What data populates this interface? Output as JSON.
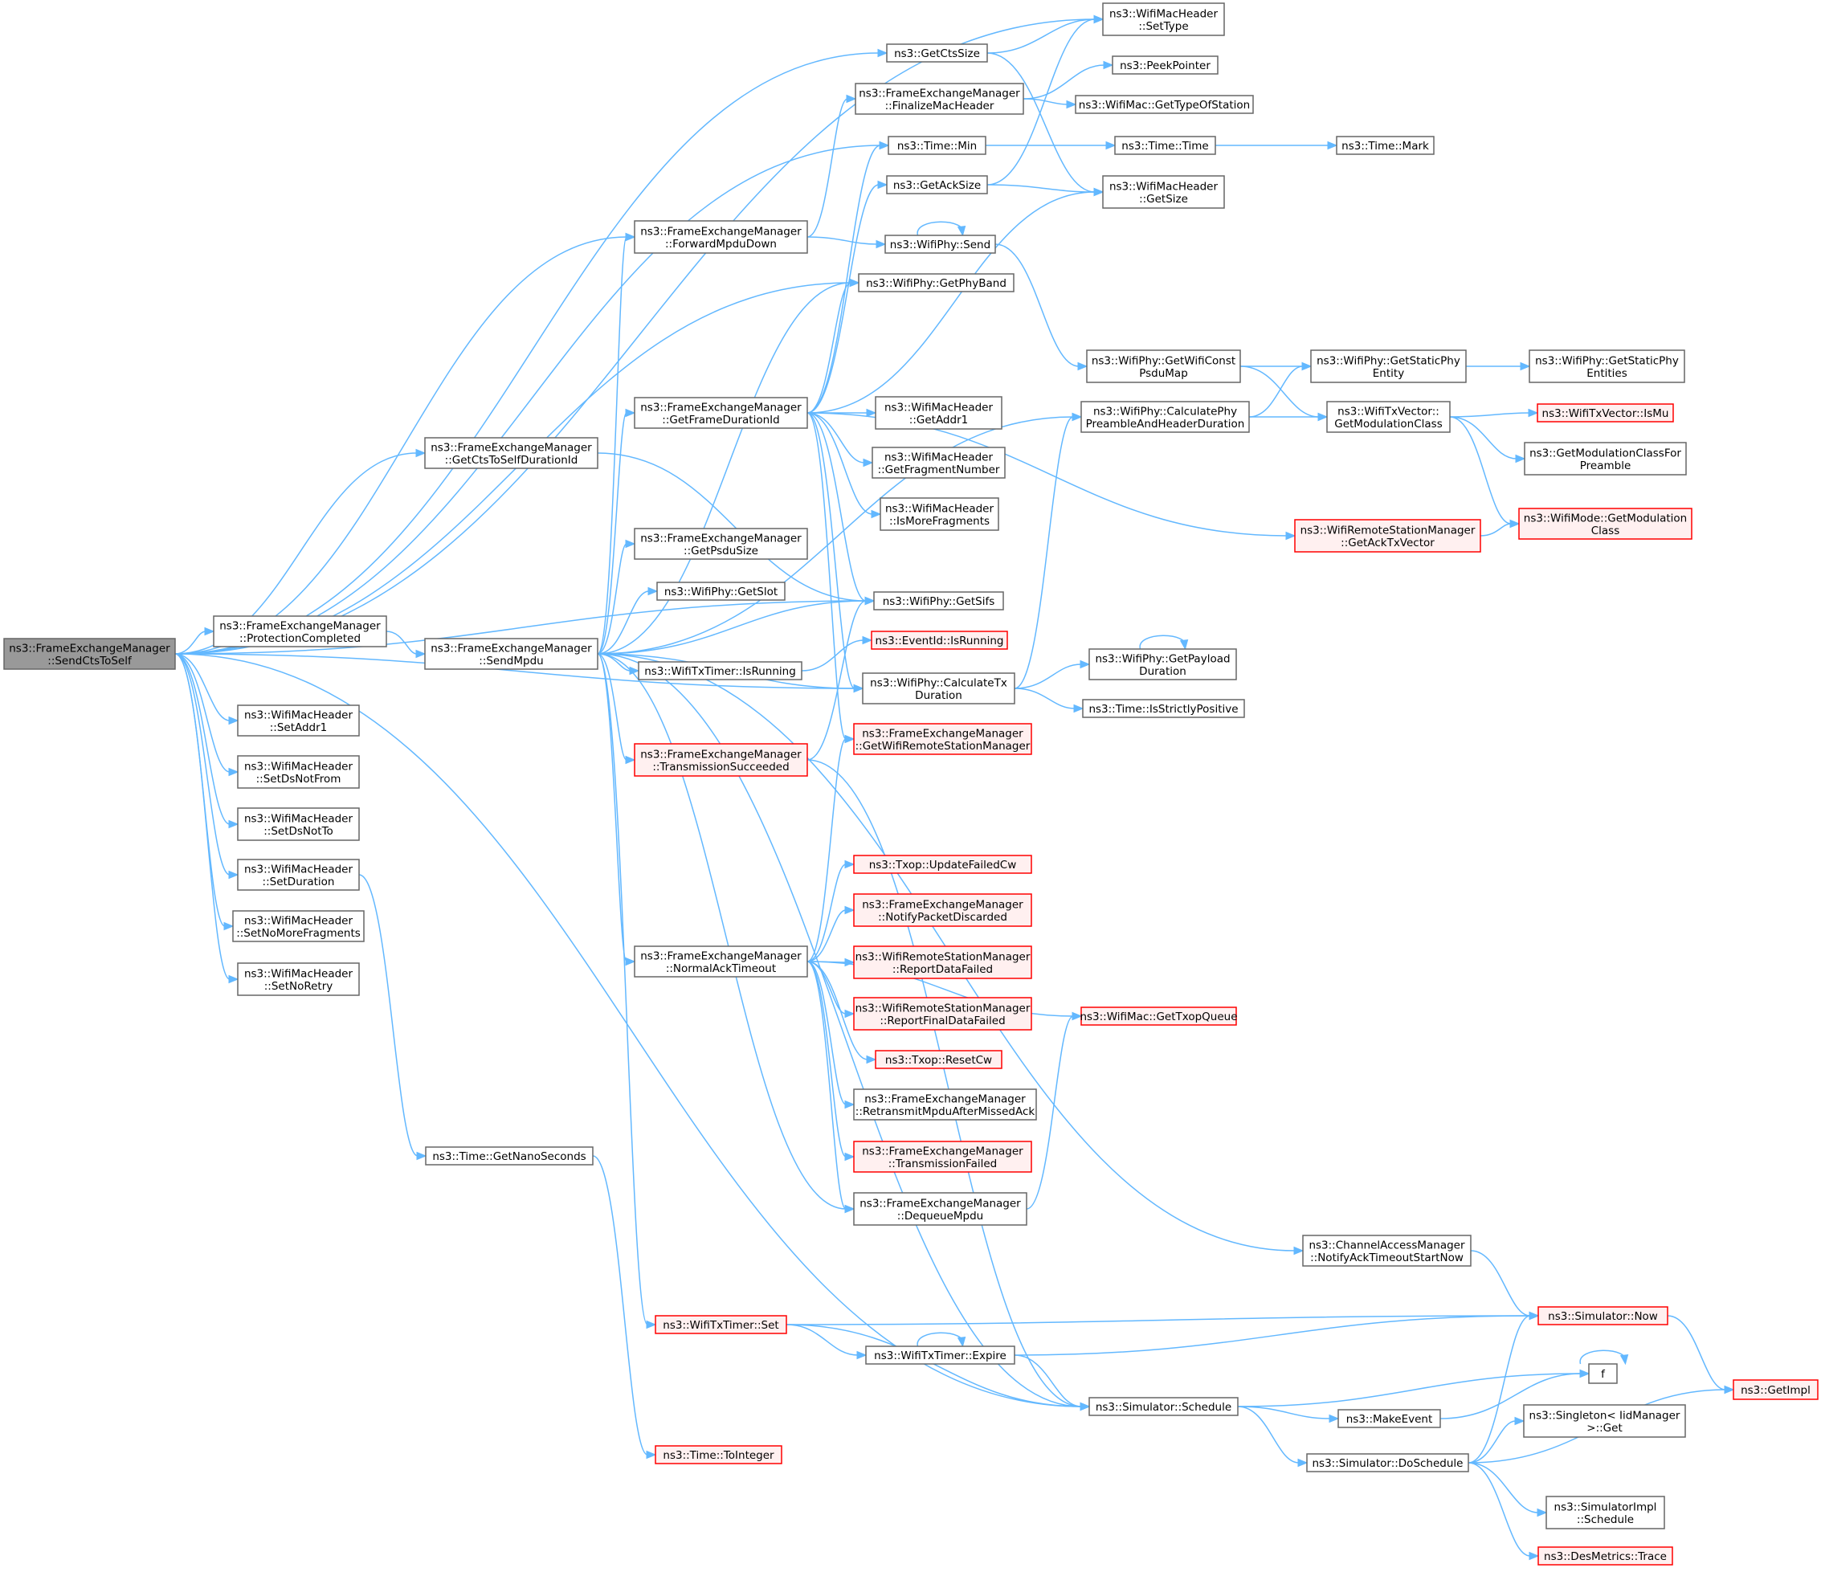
{
  "colors": {
    "edge": "#63b8ff",
    "normal_border": "#666666",
    "red_border": "#ff0000",
    "red_fill": "#fff0f0",
    "root_fill": "#999999"
  },
  "nodes": {
    "root": {
      "lines": [
        "ns3::FrameExchangeManager",
        "::SendCtsToSelf"
      ],
      "style": "root"
    },
    "setType": {
      "lines": [
        "ns3::WifiMacHeader",
        "::SetType"
      ],
      "style": "normal"
    },
    "getCtsSize": {
      "lines": [
        "ns3::GetCtsSize"
      ],
      "style": "normal"
    },
    "peekPointer": {
      "lines": [
        "ns3::PeekPointer"
      ],
      "style": "normal"
    },
    "finalizeMacHeader": {
      "lines": [
        "ns3::FrameExchangeManager",
        "::FinalizeMacHeader"
      ],
      "style": "normal"
    },
    "getTypeOfStation": {
      "lines": [
        "ns3::WifiMac::GetTypeOfStation"
      ],
      "style": "normal"
    },
    "timeMin": {
      "lines": [
        "ns3::Time::Min"
      ],
      "style": "normal"
    },
    "timeTime": {
      "lines": [
        "ns3::Time::Time"
      ],
      "style": "normal"
    },
    "timeMark": {
      "lines": [
        "ns3::Time::Mark"
      ],
      "style": "normal"
    },
    "getAckSize": {
      "lines": [
        "ns3::GetAckSize"
      ],
      "style": "normal"
    },
    "getSize": {
      "lines": [
        "ns3::WifiMacHeader",
        "::GetSize"
      ],
      "style": "normal"
    },
    "forwardMpduDown": {
      "lines": [
        "ns3::FrameExchangeManager",
        "::ForwardMpduDown"
      ],
      "style": "normal"
    },
    "phySend": {
      "lines": [
        "ns3::WifiPhy::Send"
      ],
      "style": "normal"
    },
    "getPhyBand": {
      "lines": [
        "ns3::WifiPhy::GetPhyBand"
      ],
      "style": "normal"
    },
    "getWifiConstPsduMap": {
      "lines": [
        "ns3::WifiPhy::GetWifiConst",
        "PsduMap"
      ],
      "style": "normal"
    },
    "getStaticPhyEntity": {
      "lines": [
        "ns3::WifiPhy::GetStaticPhy",
        "Entity"
      ],
      "style": "normal"
    },
    "getStaticPhyEntities": {
      "lines": [
        "ns3::WifiPhy::GetStaticPhy",
        "Entities"
      ],
      "style": "normal"
    },
    "getFrameDurationId": {
      "lines": [
        "ns3::FrameExchangeManager",
        "::GetFrameDurationId"
      ],
      "style": "normal"
    },
    "getAddr1": {
      "lines": [
        "ns3::WifiMacHeader",
        "::GetAddr1"
      ],
      "style": "normal"
    },
    "calculatePhyPreamble": {
      "lines": [
        "ns3::WifiPhy::CalculatePhy",
        "PreambleAndHeaderDuration"
      ],
      "style": "normal"
    },
    "getModulationClass": {
      "lines": [
        "ns3::WifiTxVector::",
        "GetModulationClass"
      ],
      "style": "normal"
    },
    "txVectorIsMu": {
      "lines": [
        "ns3::WifiTxVector::IsMu"
      ],
      "style": "red"
    },
    "getCtsToSelfDurationId": {
      "lines": [
        "ns3::FrameExchangeManager",
        "::GetCtsToSelfDurationId"
      ],
      "style": "normal"
    },
    "getFragmentNumber": {
      "lines": [
        "ns3::WifiMacHeader",
        "::GetFragmentNumber"
      ],
      "style": "normal"
    },
    "getModulationClassForPreamble": {
      "lines": [
        "ns3::GetModulationClassFor",
        "Preamble"
      ],
      "style": "normal"
    },
    "isMoreFragments": {
      "lines": [
        "ns3::WifiMacHeader",
        "::IsMoreFragments"
      ],
      "style": "normal"
    },
    "modeGetModulationClass": {
      "lines": [
        "ns3::WifiMode::GetModulation",
        "Class"
      ],
      "style": "red"
    },
    "getAckTxVector": {
      "lines": [
        "ns3::WifiRemoteStationManager",
        "::GetAckTxVector"
      ],
      "style": "red"
    },
    "getPsduSize": {
      "lines": [
        "ns3::FrameExchangeManager",
        "::GetPsduSize"
      ],
      "style": "normal"
    },
    "getSlot": {
      "lines": [
        "ns3::WifiPhy::GetSlot"
      ],
      "style": "normal"
    },
    "getSifs": {
      "lines": [
        "ns3::WifiPhy::GetSifs"
      ],
      "style": "normal"
    },
    "protectionCompleted": {
      "lines": [
        "ns3::FrameExchangeManager",
        "::ProtectionCompleted"
      ],
      "style": "normal"
    },
    "eventIsRunning": {
      "lines": [
        "ns3::EventId::IsRunning"
      ],
      "style": "red"
    },
    "sendMpdu": {
      "lines": [
        "ns3::FrameExchangeManager",
        "::SendMpdu"
      ],
      "style": "normal"
    },
    "txTimerIsRunning": {
      "lines": [
        "ns3::WifiTxTimer::IsRunning"
      ],
      "style": "normal"
    },
    "calculateTxDuration": {
      "lines": [
        "ns3::WifiPhy::CalculateTx",
        "Duration"
      ],
      "style": "normal"
    },
    "getPayloadDuration": {
      "lines": [
        "ns3::WifiPhy::GetPayload",
        "Duration"
      ],
      "style": "normal"
    },
    "isStrictlyPositive": {
      "lines": [
        "ns3::Time::IsStrictlyPositive"
      ],
      "style": "normal"
    },
    "setAddr1": {
      "lines": [
        "ns3::WifiMacHeader",
        "::SetAddr1"
      ],
      "style": "normal"
    },
    "getWifiRemoteStationManager": {
      "lines": [
        "ns3::FrameExchangeManager",
        "::GetWifiRemoteStationManager"
      ],
      "style": "red"
    },
    "transmissionSucceeded": {
      "lines": [
        "ns3::FrameExchangeManager",
        "::TransmissionSucceeded"
      ],
      "style": "red"
    },
    "setDsNotFrom": {
      "lines": [
        "ns3::WifiMacHeader",
        "::SetDsNotFrom"
      ],
      "style": "normal"
    },
    "setDsNotTo": {
      "lines": [
        "ns3::WifiMacHeader",
        "::SetDsNotTo"
      ],
      "style": "normal"
    },
    "updateFailedCw": {
      "lines": [
        "ns3::Txop::UpdateFailedCw"
      ],
      "style": "red"
    },
    "setDuration": {
      "lines": [
        "ns3::WifiMacHeader",
        "::SetDuration"
      ],
      "style": "normal"
    },
    "notifyPacketDiscarded": {
      "lines": [
        "ns3::FrameExchangeManager",
        "::NotifyPacketDiscarded"
      ],
      "style": "red"
    },
    "setNoMoreFragments": {
      "lines": [
        "ns3::WifiMacHeader",
        "::SetNoMoreFragments"
      ],
      "style": "normal"
    },
    "normalAckTimeout": {
      "lines": [
        "ns3::FrameExchangeManager",
        "::NormalAckTimeout"
      ],
      "style": "normal"
    },
    "reportDataFailed": {
      "lines": [
        "ns3::WifiRemoteStationManager",
        "::ReportDataFailed"
      ],
      "style": "red"
    },
    "setNoRetry": {
      "lines": [
        "ns3::WifiMacHeader",
        "::SetNoRetry"
      ],
      "style": "normal"
    },
    "reportFinalDataFailed": {
      "lines": [
        "ns3::WifiRemoteStationManager",
        "::ReportFinalDataFailed"
      ],
      "style": "red"
    },
    "getTxopQueue": {
      "lines": [
        "ns3::WifiMac::GetTxopQueue"
      ],
      "style": "red"
    },
    "resetCw": {
      "lines": [
        "ns3::Txop::ResetCw"
      ],
      "style": "red"
    },
    "retransmitMpdu": {
      "lines": [
        "ns3::FrameExchangeManager",
        "::RetransmitMpduAfterMissedAck"
      ],
      "style": "normal"
    },
    "transmissionFailed": {
      "lines": [
        "ns3::FrameExchangeManager",
        "::TransmissionFailed"
      ],
      "style": "red"
    },
    "getNanoSeconds": {
      "lines": [
        "ns3::Time::GetNanoSeconds"
      ],
      "style": "normal"
    },
    "dequeueMpdu": {
      "lines": [
        "ns3::FrameExchangeManager",
        "::DequeueMpdu"
      ],
      "style": "normal"
    },
    "notifyAckTimeoutStartNow": {
      "lines": [
        "ns3::ChannelAccessManager",
        "::NotifyAckTimeoutStartNow"
      ],
      "style": "normal"
    },
    "simulatorNow": {
      "lines": [
        "ns3::Simulator::Now"
      ],
      "style": "red"
    },
    "txTimerSet": {
      "lines": [
        "ns3::WifiTxTimer::Set"
      ],
      "style": "red"
    },
    "txTimerExpire": {
      "lines": [
        "ns3::WifiTxTimer::Expire"
      ],
      "style": "normal"
    },
    "f": {
      "lines": [
        "f"
      ],
      "style": "normal"
    },
    "getImpl": {
      "lines": [
        "ns3::GetImpl"
      ],
      "style": "red"
    },
    "simulatorSchedule": {
      "lines": [
        "ns3::Simulator::Schedule"
      ],
      "style": "normal"
    },
    "makeEvent": {
      "lines": [
        "ns3::MakeEvent"
      ],
      "style": "normal"
    },
    "singletonGet": {
      "lines": [
        "ns3::Singleton< IidManager",
        " >::Get"
      ],
      "style": "normal"
    },
    "toInteger": {
      "lines": [
        "ns3::Time::ToInteger"
      ],
      "style": "red"
    },
    "doSchedule": {
      "lines": [
        "ns3::Simulator::DoSchedule"
      ],
      "style": "normal"
    },
    "simulatorImplSchedule": {
      "lines": [
        "ns3::SimulatorImpl",
        "::Schedule"
      ],
      "style": "normal"
    },
    "desMetricsTrace": {
      "lines": [
        "ns3::DesMetrics::Trace"
      ],
      "style": "red"
    }
  },
  "edges": [
    [
      "root",
      "setType"
    ],
    [
      "root",
      "getCtsSize"
    ],
    [
      "root",
      "timeMin"
    ],
    [
      "root",
      "forwardMpduDown"
    ],
    [
      "root",
      "getPhyBand"
    ],
    [
      "root",
      "getCtsToSelfDurationId"
    ],
    [
      "root",
      "getSifs"
    ],
    [
      "root",
      "protectionCompleted"
    ],
    [
      "root",
      "calculateTxDuration"
    ],
    [
      "root",
      "setAddr1"
    ],
    [
      "root",
      "setDsNotFrom"
    ],
    [
      "root",
      "setDsNotTo"
    ],
    [
      "root",
      "setDuration"
    ],
    [
      "root",
      "setNoMoreFragments"
    ],
    [
      "root",
      "setNoRetry"
    ],
    [
      "root",
      "simulatorSchedule"
    ],
    [
      "getCtsSize",
      "setType"
    ],
    [
      "getCtsSize",
      "getSize"
    ],
    [
      "finalizeMacHeader",
      "peekPointer"
    ],
    [
      "finalizeMacHeader",
      "getTypeOfStation"
    ],
    [
      "timeMin",
      "timeTime"
    ],
    [
      "timeTime",
      "timeMark"
    ],
    [
      "getAckSize",
      "setType"
    ],
    [
      "getAckSize",
      "getSize"
    ],
    [
      "forwardMpduDown",
      "finalizeMacHeader"
    ],
    [
      "forwardMpduDown",
      "phySend"
    ],
    [
      "phySend",
      "phySend"
    ],
    [
      "phySend",
      "getWifiConstPsduMap"
    ],
    [
      "getWifiConstPsduMap",
      "getStaticPhyEntity"
    ],
    [
      "getWifiConstPsduMap",
      "getModulationClass"
    ],
    [
      "getStaticPhyEntity",
      "getStaticPhyEntities"
    ],
    [
      "calculatePhyPreamble",
      "getStaticPhyEntity"
    ],
    [
      "calculatePhyPreamble",
      "getModulationClass"
    ],
    [
      "getModulationClass",
      "txVectorIsMu"
    ],
    [
      "getModulationClass",
      "getModulationClassForPreamble"
    ],
    [
      "getModulationClass",
      "modeGetModulationClass"
    ],
    [
      "getAckTxVector",
      "modeGetModulationClass"
    ],
    [
      "getFrameDurationId",
      "timeMin"
    ],
    [
      "getFrameDurationId",
      "getAckSize"
    ],
    [
      "getFrameDurationId",
      "getPhyBand"
    ],
    [
      "getFrameDurationId",
      "getSize"
    ],
    [
      "getFrameDurationId",
      "getAddr1"
    ],
    [
      "getFrameDurationId",
      "getFragmentNumber"
    ],
    [
      "getFrameDurationId",
      "isMoreFragments"
    ],
    [
      "getFrameDurationId",
      "getAckTxVector"
    ],
    [
      "getFrameDurationId",
      "getSifs"
    ],
    [
      "getFrameDurationId",
      "calculateTxDuration"
    ],
    [
      "getFrameDurationId",
      "getWifiRemoteStationManager"
    ],
    [
      "getCtsToSelfDurationId",
      "getSifs"
    ],
    [
      "protectionCompleted",
      "sendMpdu"
    ],
    [
      "sendMpdu",
      "forwardMpduDown"
    ],
    [
      "sendMpdu",
      "getPhyBand"
    ],
    [
      "sendMpdu",
      "getFrameDurationId"
    ],
    [
      "sendMpdu",
      "calculatePhyPreamble"
    ],
    [
      "sendMpdu",
      "getPsduSize"
    ],
    [
      "sendMpdu",
      "getSlot"
    ],
    [
      "sendMpdu",
      "getSifs"
    ],
    [
      "sendMpdu",
      "txTimerIsRunning"
    ],
    [
      "sendMpdu",
      "calculateTxDuration"
    ],
    [
      "sendMpdu",
      "transmissionSucceeded"
    ],
    [
      "sendMpdu",
      "normalAckTimeout"
    ],
    [
      "sendMpdu",
      "dequeueMpdu"
    ],
    [
      "sendMpdu",
      "notifyAckTimeoutStartNow"
    ],
    [
      "sendMpdu",
      "txTimerSet"
    ],
    [
      "sendMpdu",
      "simulatorSchedule"
    ],
    [
      "txTimerIsRunning",
      "eventIsRunning"
    ],
    [
      "calculateTxDuration",
      "calculatePhyPreamble"
    ],
    [
      "calculateTxDuration",
      "getPayloadDuration"
    ],
    [
      "calculateTxDuration",
      "isStrictlyPositive"
    ],
    [
      "getPayloadDuration",
      "getPayloadDuration"
    ],
    [
      "transmissionSucceeded",
      "getSifs"
    ],
    [
      "transmissionSucceeded",
      "simulatorSchedule"
    ],
    [
      "normalAckTimeout",
      "getWifiRemoteStationManager"
    ],
    [
      "normalAckTimeout",
      "getTxopQueue"
    ],
    [
      "normalAckTimeout",
      "updateFailedCw"
    ],
    [
      "normalAckTimeout",
      "notifyPacketDiscarded"
    ],
    [
      "normalAckTimeout",
      "reportDataFailed"
    ],
    [
      "normalAckTimeout",
      "reportFinalDataFailed"
    ],
    [
      "normalAckTimeout",
      "resetCw"
    ],
    [
      "normalAckTimeout",
      "retransmitMpdu"
    ],
    [
      "normalAckTimeout",
      "transmissionFailed"
    ],
    [
      "normalAckTimeout",
      "dequeueMpdu"
    ],
    [
      "dequeueMpdu",
      "getTxopQueue"
    ],
    [
      "setDuration",
      "getNanoSeconds"
    ],
    [
      "getNanoSeconds",
      "toInteger"
    ],
    [
      "notifyAckTimeoutStartNow",
      "simulatorNow"
    ],
    [
      "txTimerSet",
      "simulatorNow"
    ],
    [
      "txTimerSet",
      "txTimerExpire"
    ],
    [
      "txTimerSet",
      "simulatorSchedule"
    ],
    [
      "txTimerExpire",
      "txTimerExpire"
    ],
    [
      "txTimerExpire",
      "simulatorNow"
    ],
    [
      "txTimerExpire",
      "simulatorSchedule"
    ],
    [
      "simulatorNow",
      "getImpl"
    ],
    [
      "simulatorSchedule",
      "f"
    ],
    [
      "simulatorSchedule",
      "makeEvent"
    ],
    [
      "simulatorSchedule",
      "doSchedule"
    ],
    [
      "f",
      "f"
    ],
    [
      "makeEvent",
      "f"
    ],
    [
      "doSchedule",
      "simulatorNow"
    ],
    [
      "doSchedule",
      "singletonGet"
    ],
    [
      "doSchedule",
      "getImpl"
    ],
    [
      "doSchedule",
      "simulatorImplSchedule"
    ],
    [
      "doSchedule",
      "desMetricsTrace"
    ]
  ]
}
